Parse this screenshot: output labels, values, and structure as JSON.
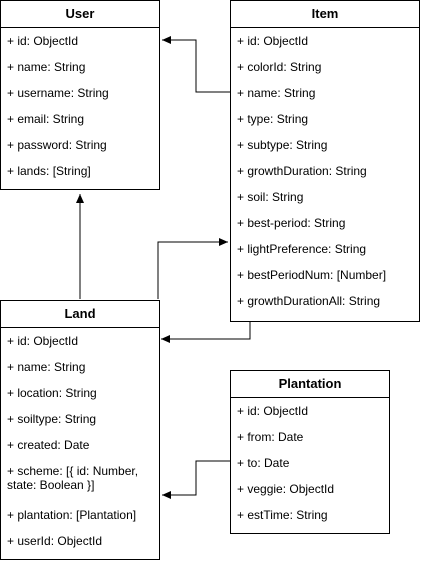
{
  "entities": {
    "user": {
      "title": "User",
      "fields": [
        "+ id: ObjectId",
        "+ name: String",
        "+ username: String",
        "+ email: String",
        "+ password: String",
        "+ lands: [String]"
      ]
    },
    "item": {
      "title": "Item",
      "fields": [
        "+ id: ObjectId",
        "+ colorId: String",
        "+ name: String",
        "+ type: String",
        "+ subtype: String",
        "+ growthDuration: String",
        "+ soil: String",
        "+ best-period: String",
        "+ lightPreference: String",
        "+ bestPeriodNum: [Number]",
        "+ growthDurationAll: String"
      ]
    },
    "land": {
      "title": "Land",
      "fields": [
        "+ id: ObjectId",
        "+ name: String",
        "+ location: String",
        "+ soiltype: String",
        "+ created: Date",
        "+ scheme: [{ id: Number,\n   state: Boolean }]",
        "+ plantation: [Plantation]",
        "+ userId: ObjectId"
      ]
    },
    "plantation": {
      "title": "Plantation",
      "fields": [
        "+ id: ObjectId",
        "+ from: Date",
        "+ to: Date",
        "+ veggie: ObjectId",
        "+ estTime: String"
      ]
    }
  }
}
